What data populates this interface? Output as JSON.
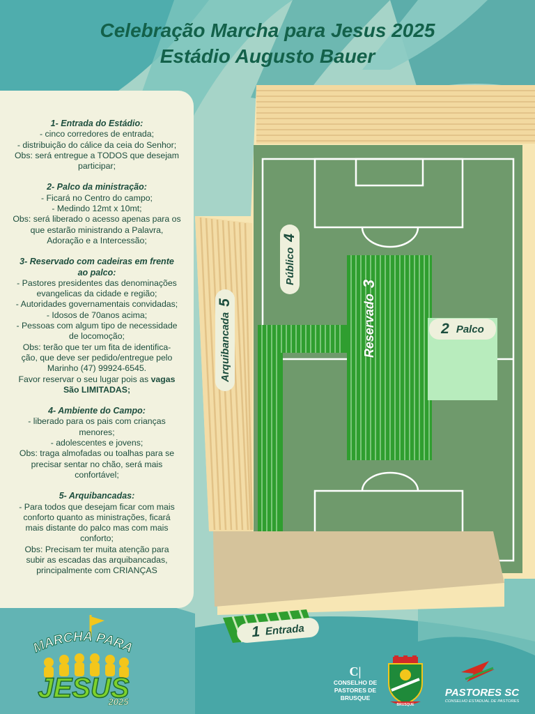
{
  "title": {
    "line1": "Celebração Marcha para Jesus 2025",
    "line2": "Estádio Augusto Bauer"
  },
  "info": {
    "s1": {
      "heading": "1- Entrada do Estádio:",
      "l1": "- cinco corredores de entrada;",
      "l2": "- distribuição do cálice da ceia do Senhor;",
      "l3": "Obs: será entregue a TODOS que desejam",
      "l4": "participar;"
    },
    "s2": {
      "heading": "2- Palco da ministração:",
      "l1": "- Ficará no Centro do campo;",
      "l2": "- Medindo 12mt x 10mt;",
      "l3": "Obs: será liberado o acesso apenas para os",
      "l4": "que estarão ministrando a Palavra,",
      "l5": "Adoração e a Intercessão;"
    },
    "s3": {
      "heading1": "3- Reservado com cadeiras em frente",
      "heading2": "ao palco:",
      "l1": "- Pastores presidentes das denominações",
      "l2": "evangelicas da cidade e região;",
      "l3": "- Autoridades governamentais convidadas;",
      "l4": "- Idosos de 70anos acima;",
      "l5": "- Pessoas com algum tipo de necessidade",
      "l6": "de locomoção;",
      "l7": "Obs: terão que ter um fita de identifica-",
      "l8": "ção, que deve ser pedido/entregue pelo",
      "l9": "Marinho (47) 99924-6545.",
      "l10a": "Favor reservar o seu lugar pois as ",
      "l10b": "vagas",
      "l11": "São LIMITADAS;"
    },
    "s4": {
      "heading": "4- Ambiente do Campo:",
      "l1": "- liberado para os pais com crianças",
      "l2": "menores;",
      "l3": "- adolescentes e jovens;",
      "l4": "Obs: traga almofadas ou toalhas para se",
      "l5": "precisar sentar no chão, será mais",
      "l6": "confortável;"
    },
    "s5": {
      "heading": "5- Arquibancadas:",
      "l1": "- Para todos que desejam ficar com mais",
      "l2": "conforto quanto as ministrações, ficará",
      "l3": "mais distante do palco mas com mais",
      "l4": "conforto;",
      "l5": "Obs: Precisam ter muita atenção para",
      "l6": "subir as escadas das arquibancadas,",
      "l7": "principalmente com CRIANÇAS"
    }
  },
  "map": {
    "publico": {
      "num": "4",
      "label": "Público"
    },
    "reservado": {
      "num": "3",
      "label": "Reservado"
    },
    "palco": {
      "num": "2",
      "label": "Palco"
    },
    "arquibancada": {
      "num": "5",
      "label": "Arquibancada"
    },
    "entrada": {
      "num": "1",
      "label": "Entrada"
    }
  },
  "logos": {
    "march_line1": "MARCHA PARA",
    "march_line2": "JESUS",
    "march_year": "2025",
    "conselho_mark": "C|",
    "conselho_l1": "CONSELHO DE",
    "conselho_l2": "PASTORES DE",
    "conselho_l3": "BRUSQUE",
    "crest_text": "BRUSQUE",
    "sc_main": "PASTORES SC",
    "sc_sub": "CONSELHO ESTADUAL DE PASTORES"
  },
  "colors": {
    "title": "#13614a",
    "field": "#6f9a6c",
    "reserved": "#2f9e2f",
    "stage": "#b8ecbd",
    "stands": "#f7e6b4",
    "panel": "#f2f2df"
  }
}
